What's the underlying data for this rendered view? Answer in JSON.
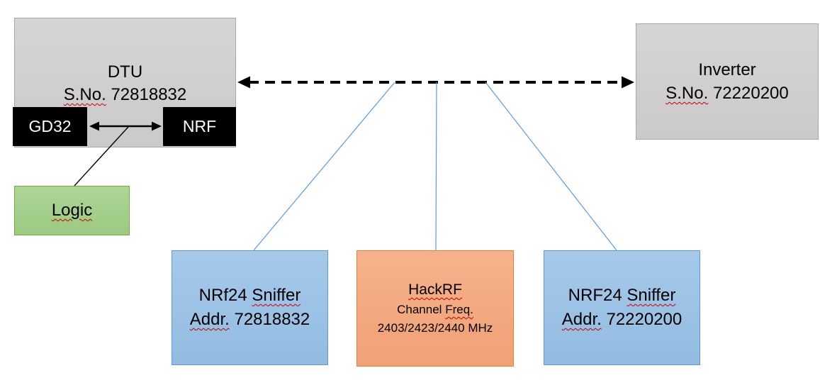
{
  "diagram": {
    "nodes": {
      "dtu": {
        "title": "DTU",
        "serial_label": "S.No.",
        "serial_number": "72818832"
      },
      "gd32": {
        "label": "GD32"
      },
      "nrf": {
        "label": "NRF"
      },
      "logic": {
        "label": "Logic"
      },
      "inverter": {
        "title": "Inverter",
        "serial_label": "S.No.",
        "serial_number": "72220200"
      },
      "sniffer1": {
        "model": "NRf24",
        "role": "Sniffer",
        "addr_label": "Addr.",
        "addr_value": "72818832"
      },
      "hackrf": {
        "title": "HackRF",
        "freq_word1": "Channel",
        "freq_word2": "Freq.",
        "freq_value": "2403/2423/2440 MHz"
      },
      "sniffer2": {
        "model": "NRF24",
        "role": "Sniffer",
        "addr_label": "Addr.",
        "addr_value": "72220200"
      }
    },
    "edges": [
      {
        "from": "dtu",
        "to": "inverter",
        "style": "dashed-double-arrow",
        "color": "#000000"
      },
      {
        "from": "gd32",
        "to": "nrf",
        "style": "solid-double-arrow",
        "color": "#000000"
      },
      {
        "from": "gd32-nrf-bus",
        "to": "logic",
        "style": "solid-line",
        "color": "#000000"
      },
      {
        "from": "rf-link",
        "to": "sniffer1",
        "style": "thin-line",
        "color": "#5b9bd5"
      },
      {
        "from": "rf-link",
        "to": "hackrf",
        "style": "thin-line",
        "color": "#5b9bd5"
      },
      {
        "from": "rf-link",
        "to": "sniffer2",
        "style": "thin-line",
        "color": "#5b9bd5"
      }
    ],
    "colors": {
      "background": "#ffffff",
      "gray_fill": "#d1cfcf",
      "gray_border": "#a6a6a6",
      "black_chip": "#000000",
      "green_fill": "#a9d18e",
      "green_border": "#70ad47",
      "blue_fill": "#9dc3e6",
      "blue_border": "#5b9bd5",
      "orange_fill": "#f4ab80",
      "orange_border": "#ed7d31",
      "connector_blue": "#5b9bd5",
      "squiggle_red": "#c00000"
    }
  }
}
